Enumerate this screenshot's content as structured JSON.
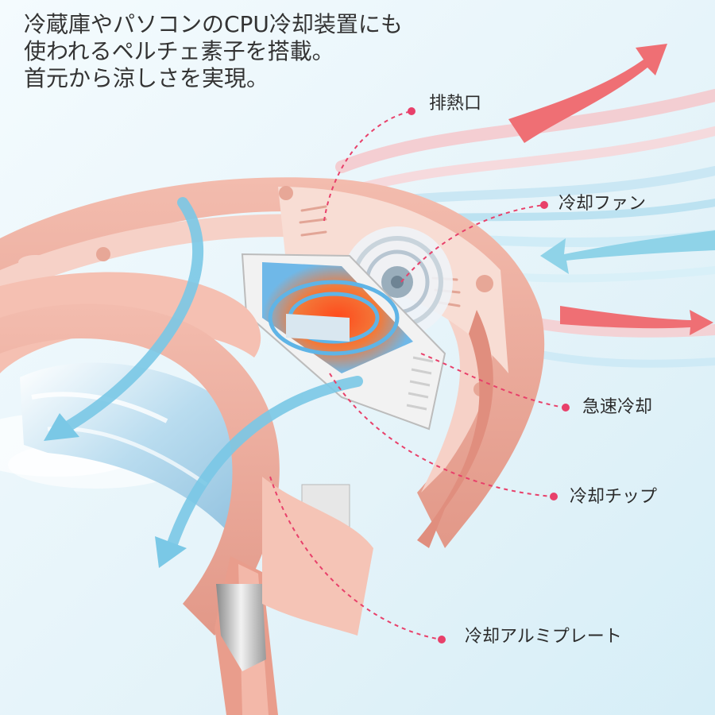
{
  "headline": {
    "lines": [
      "冷蔵庫やパソコンのCPU冷却装置にも",
      "使われるペルチェ素子を搭載。",
      "首元から涼しさを実現。"
    ]
  },
  "callouts": {
    "exhaust_port": "排熱口",
    "cooling_fan": "冷却ファン",
    "rapid_cooling": "急速冷却",
    "cooling_chip": "冷却チップ",
    "aluminum_plate": "冷却アルミプレート"
  },
  "colors": {
    "background": "#eaf6fb",
    "device_pink": "#eda89a",
    "device_pink_dark": "#d98878",
    "hot_air": "#ef6f74",
    "cool_air": "#8fd3e8",
    "leader_line": "#e8406a",
    "peltier_glow": "#f06a2c",
    "text": "#333333"
  },
  "icons": {
    "hot_air_arrow": "arrow-right-icon",
    "cool_air_arrow": "arrow-left-icon",
    "callout_dot": "dot-icon"
  }
}
